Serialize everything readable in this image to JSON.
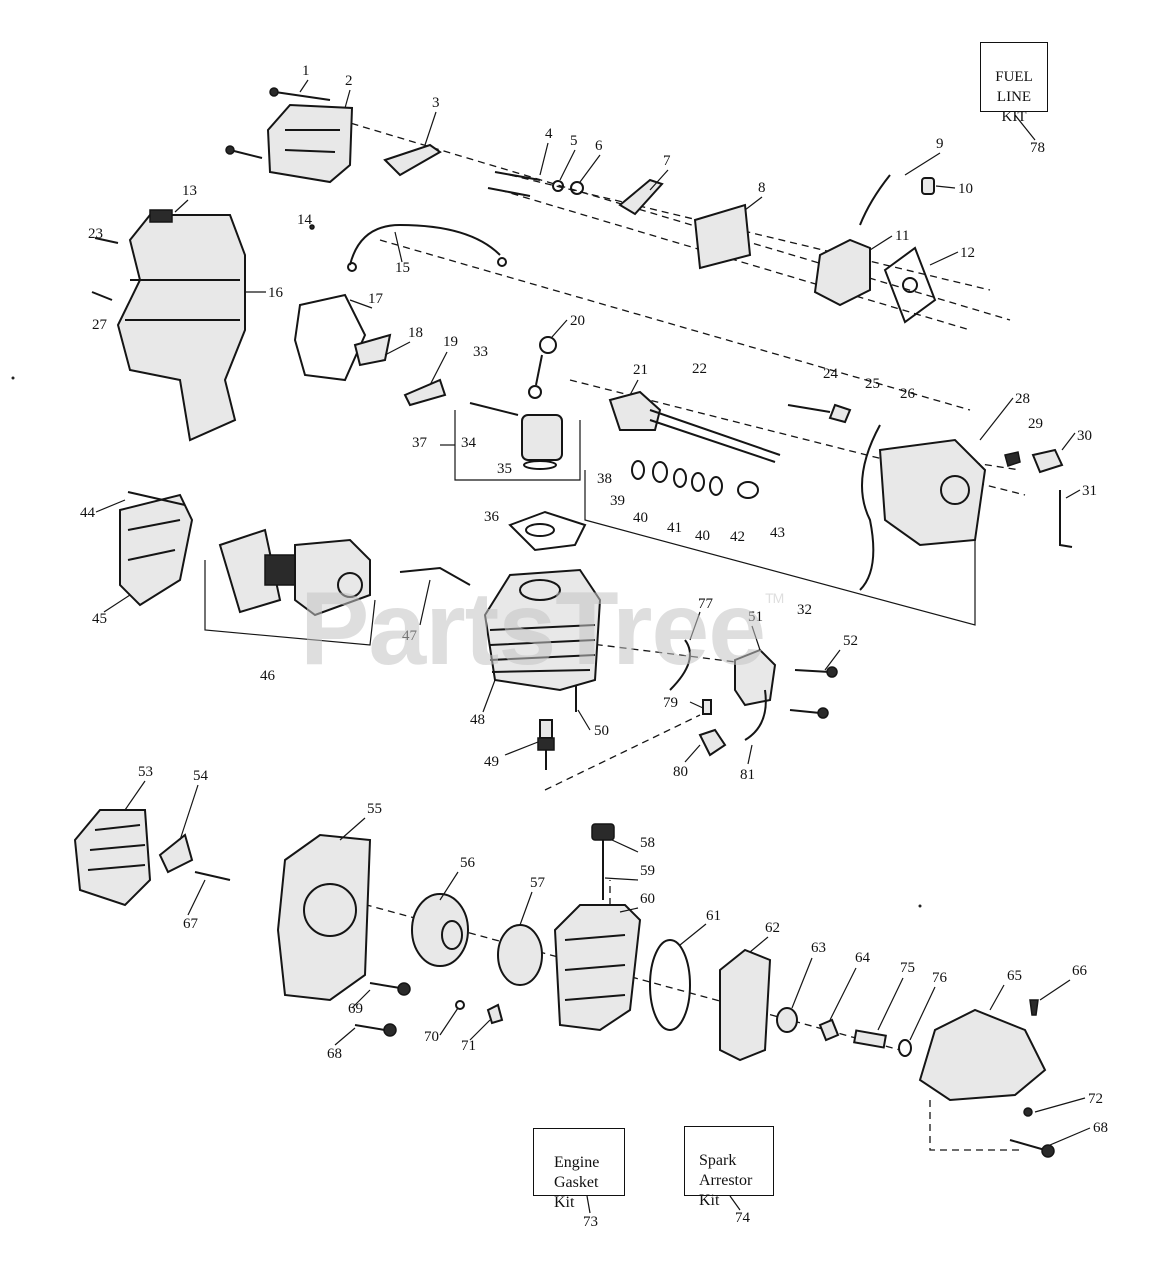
{
  "watermark": {
    "text": "PartsTree",
    "tm": "TM"
  },
  "kits": [
    {
      "id": "fuel-line-kit",
      "label": "FUEL\nLINE\nKIT",
      "number": "78"
    },
    {
      "id": "engine-gasket-kit",
      "label": "Engine\nGasket\nKit",
      "number": "73"
    },
    {
      "id": "spark-arrestor-kit",
      "label": "Spark\nArrestor\nKit",
      "number": "74"
    }
  ],
  "callouts": [
    "1",
    "2",
    "3",
    "4",
    "5",
    "6",
    "7",
    "8",
    "9",
    "10",
    "11",
    "12",
    "13",
    "14",
    "15",
    "16",
    "17",
    "18",
    "19",
    "20",
    "21",
    "22",
    "23",
    "24",
    "25",
    "26",
    "27",
    "28",
    "29",
    "30",
    "31",
    "32",
    "33",
    "34",
    "35",
    "36",
    "37",
    "38",
    "39",
    "40",
    "41",
    "40",
    "42",
    "43",
    "44",
    "45",
    "46",
    "47",
    "48",
    "49",
    "50",
    "51",
    "52",
    "53",
    "54",
    "55",
    "56",
    "57",
    "58",
    "59",
    "60",
    "61",
    "62",
    "63",
    "64",
    "65",
    "66",
    "67",
    "68",
    "69",
    "70",
    "71",
    "72",
    "68",
    "75",
    "76",
    "77",
    "79",
    "80",
    "81"
  ]
}
